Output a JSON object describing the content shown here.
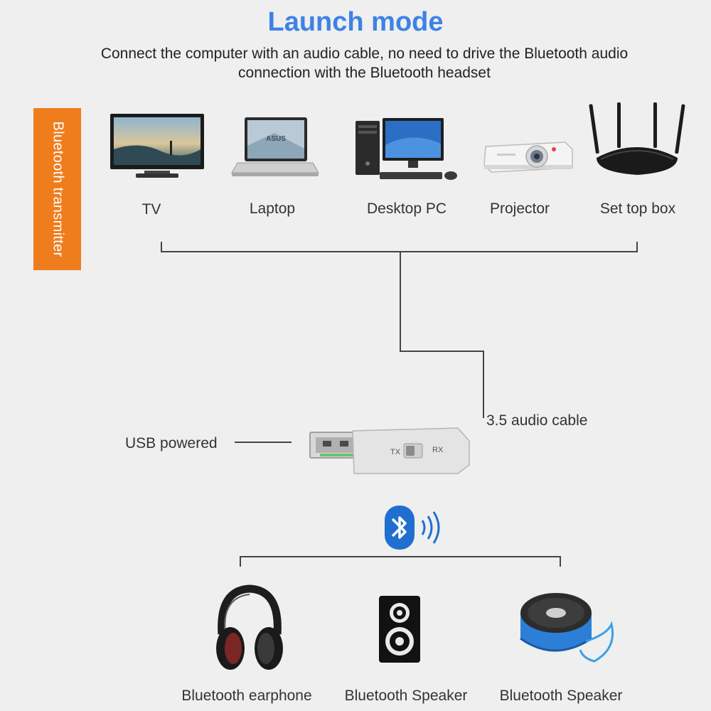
{
  "header": {
    "title": "Launch mode",
    "subtitle_line1": "Connect the computer with an audio cable, no need to drive the Bluetooth audio",
    "subtitle_line2": "connection with the Bluetooth headset"
  },
  "side_tag": {
    "label": "Bluetooth transmitter",
    "color": "#ef7d1e"
  },
  "sources": [
    {
      "label": "TV",
      "icon": "tv-icon"
    },
    {
      "label": "Laptop",
      "icon": "laptop-icon",
      "logo_text": "ASUS"
    },
    {
      "label": "Desktop PC",
      "icon": "desktop-pc-icon"
    },
    {
      "label": "Projector",
      "icon": "projector-icon"
    },
    {
      "label": "Set top box",
      "icon": "router-icon"
    }
  ],
  "cable_label": "3.5 audio cable",
  "usb_label": "USB powered",
  "device": {
    "switch_left": "TX",
    "switch_right": "RX"
  },
  "bluetooth_icon": "bluetooth-icon",
  "outputs": [
    {
      "label": "Bluetooth earphone",
      "icon": "headphones-icon"
    },
    {
      "label": "Bluetooth Speaker",
      "icon": "speaker-icon"
    },
    {
      "label": "Bluetooth Speaker",
      "icon": "portable-speaker-icon"
    }
  ],
  "colors": {
    "title": "#3d82e6",
    "accent": "#ef7d1e",
    "bluetooth": "#1f6fd0",
    "text": "#333333"
  }
}
